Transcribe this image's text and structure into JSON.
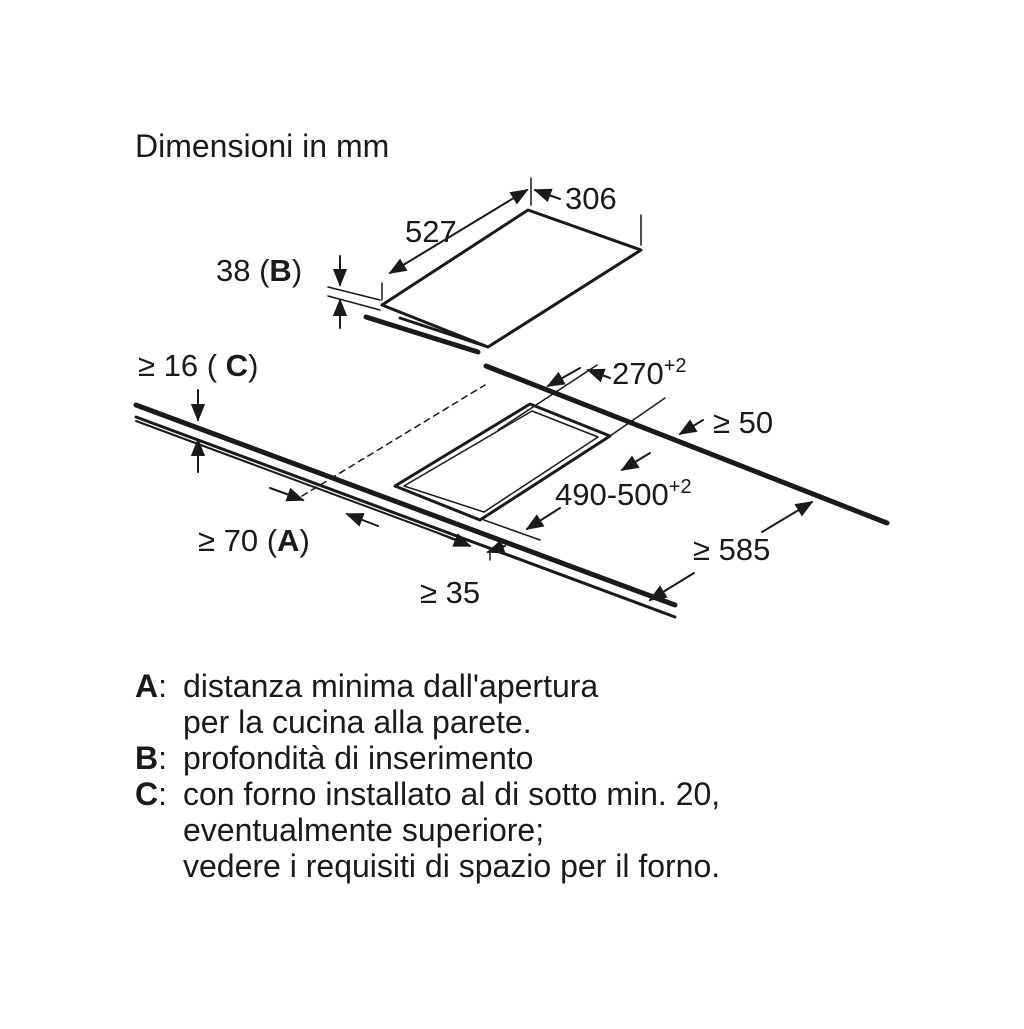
{
  "title": "Dimensioni in mm",
  "dimensions": {
    "panel_depth": "527",
    "panel_width": "306",
    "insert_depth_value": "38 (",
    "insert_depth_key": "B",
    "insert_depth_close": ")",
    "worktop_thickness_value": "≥ 16 ( ",
    "worktop_thickness_key": "C",
    "worktop_thickness_close": ")",
    "cutout_width": "270",
    "cutout_width_tol": "+2",
    "back_clearance": "≥ 50",
    "cutout_depth": "490-500",
    "cutout_depth_tol": "+2",
    "worktop_depth": "≥ 585",
    "wall_distance_value": "≥ 70 (",
    "wall_distance_key": "A",
    "wall_distance_close": ")",
    "front_distance": "≥ 35"
  },
  "legend": [
    {
      "key": "A",
      "lines": [
        "distanza minima dall'apertura",
        "per la cucina alla parete."
      ]
    },
    {
      "key": "B",
      "lines": [
        "profondità di inserimento"
      ]
    },
    {
      "key": "C",
      "lines": [
        "con forno installato al di sotto min. 20,",
        "eventualmente superiore;",
        "vedere i requisiti di spazio per il forno."
      ]
    }
  ],
  "colors": {
    "line": "#1a1a1a",
    "background": "#ffffff"
  }
}
